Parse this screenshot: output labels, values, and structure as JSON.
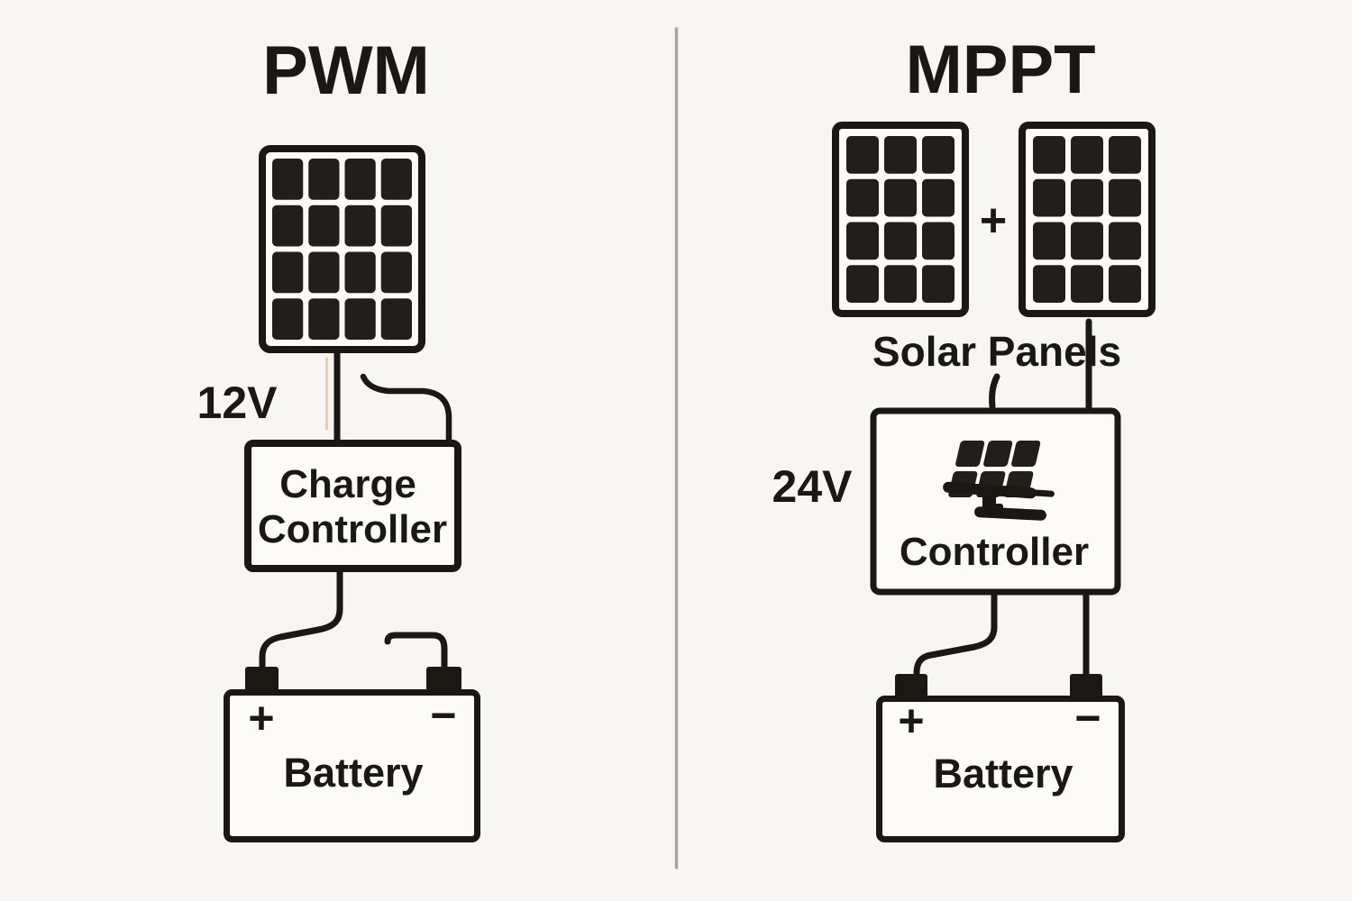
{
  "colors": {
    "background": "#f7f6f2",
    "ink": "#1b1814",
    "cell": "#211e1b",
    "divider": "#a8a5a2",
    "artifact_pink": "#e09a88",
    "paper": "#fcfbf8"
  },
  "left": {
    "title": "PWM",
    "voltage": "12V",
    "controller_line1": "Charge",
    "controller_line2": "Controller",
    "battery": "Battery",
    "plus": "+",
    "minus": "−"
  },
  "right": {
    "title": "MPPT",
    "panels_plus": "+",
    "panels_caption": "Solar Panels",
    "voltage": "24V",
    "controller": "Controller",
    "battery": "Battery",
    "plus": "+",
    "minus": "−"
  }
}
